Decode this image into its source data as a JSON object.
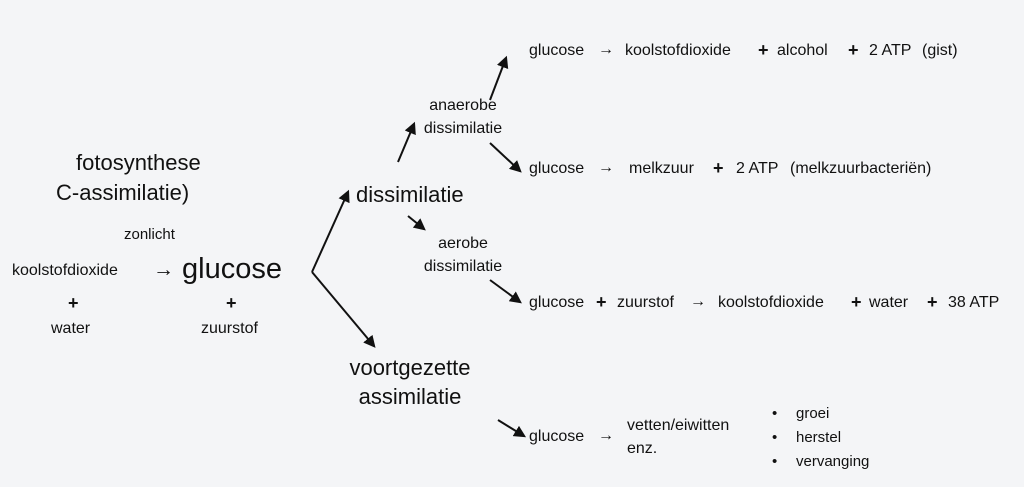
{
  "left": {
    "title_line1": "fotosynthese",
    "title_line2": "C-assimilatie)",
    "zonlicht": "zonlicht",
    "koolstofdioxide": "koolstofdioxide",
    "arrow": "→",
    "glucose": "glucose",
    "plus": "+",
    "water": "water",
    "zuurstof": "zuurstof"
  },
  "branches": {
    "dissimilatie": "dissimilatie",
    "voortgezette_line1": "voortgezette",
    "voortgezette_line2": "assimilatie",
    "anaerobe_line1": "anaerobe",
    "anaerobe_line2": "dissimilatie",
    "aerobe_line1": "aerobe",
    "aerobe_line2": "dissimilatie"
  },
  "reactions": {
    "r1": {
      "a": "glucose",
      "arrow": "→",
      "b": "koolstofdioxide",
      "plus1": "+",
      "c": "alcohol",
      "plus2": "+",
      "d": "2 ATP",
      "note": "(gist)"
    },
    "r2": {
      "a": "glucose",
      "arrow": "→",
      "b": "melkzuur",
      "plus1": "+",
      "d": "2 ATP",
      "note": "(melkzuurbacteriën)"
    },
    "r3": {
      "a": "glucose",
      "plus1": "+",
      "b": "zuurstof",
      "arrow": "→",
      "c": "koolstofdioxide",
      "plus2": "+",
      "d": "water",
      "plus3": "+",
      "e": "38 ATP"
    },
    "r4": {
      "a": "glucose",
      "arrow": "→",
      "b_line1": "vetten/eiwitten",
      "b_line2": "enz."
    }
  },
  "bullets": [
    "groei",
    "herstel",
    "vervanging"
  ]
}
